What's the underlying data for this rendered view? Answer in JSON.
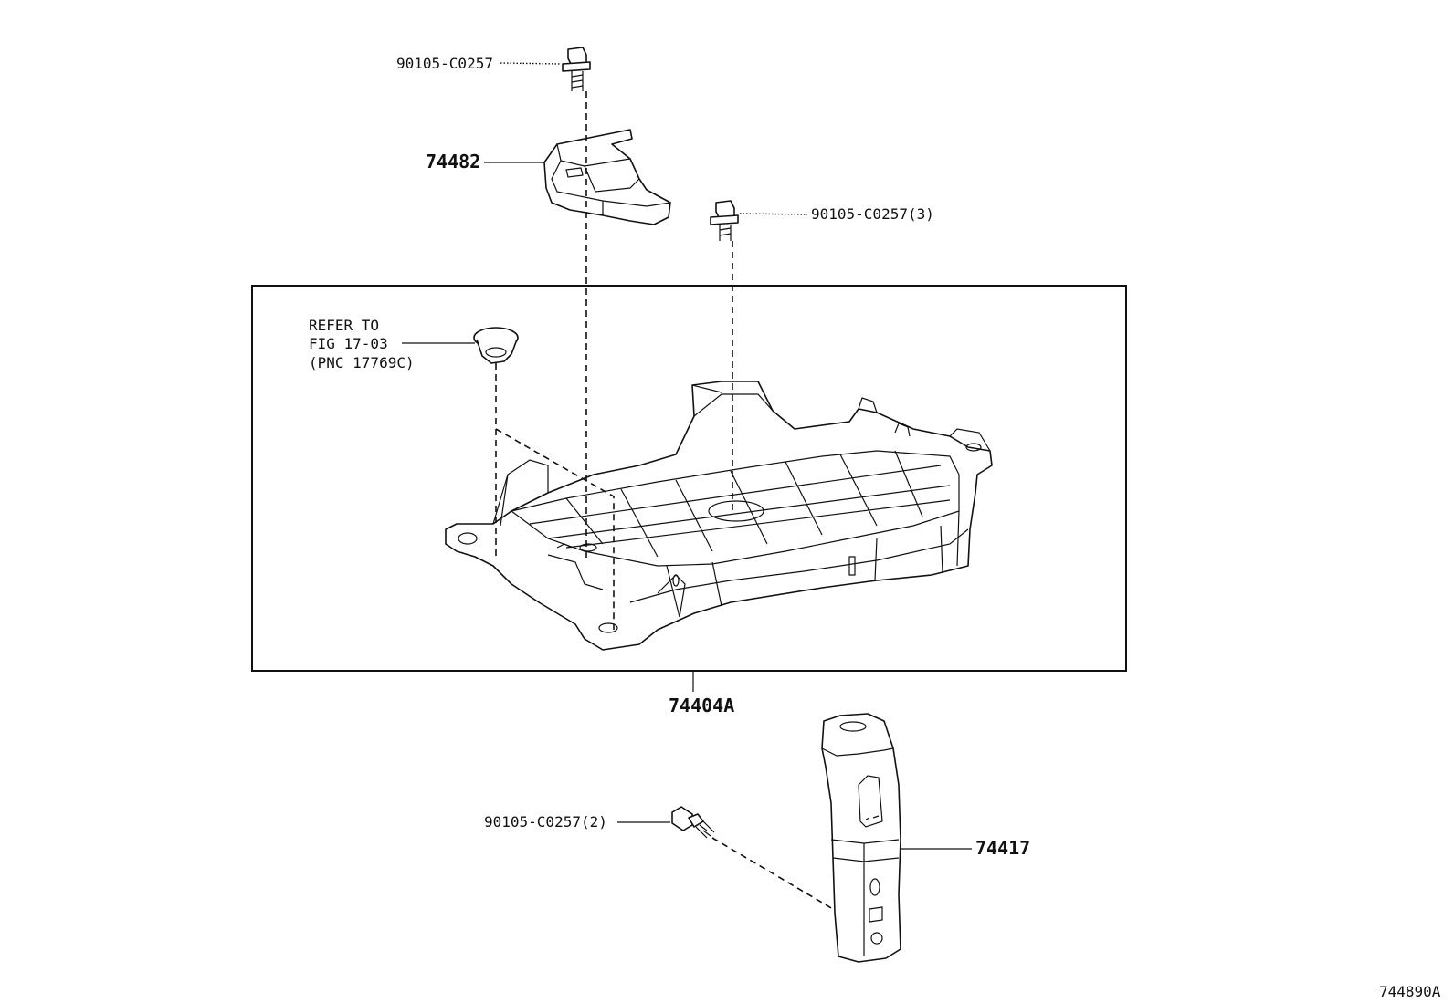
{
  "callouts": {
    "bolt_top": "90105-C0257",
    "bracket": "74482",
    "bolt_right": "90105-C0257(3)",
    "refer_line1": "REFER TO",
    "refer_line2": "FIG 17-03",
    "refer_line3": "(PNC 17769C)",
    "tray_assembly": "74404A",
    "bolt_bottom": "90105-C0257(2)",
    "stay": "74417"
  },
  "figure_id": "744890A",
  "icons": [
    "bolt-icon",
    "bracket-icon",
    "grommet-icon",
    "battery-tray-icon",
    "stay-icon"
  ]
}
